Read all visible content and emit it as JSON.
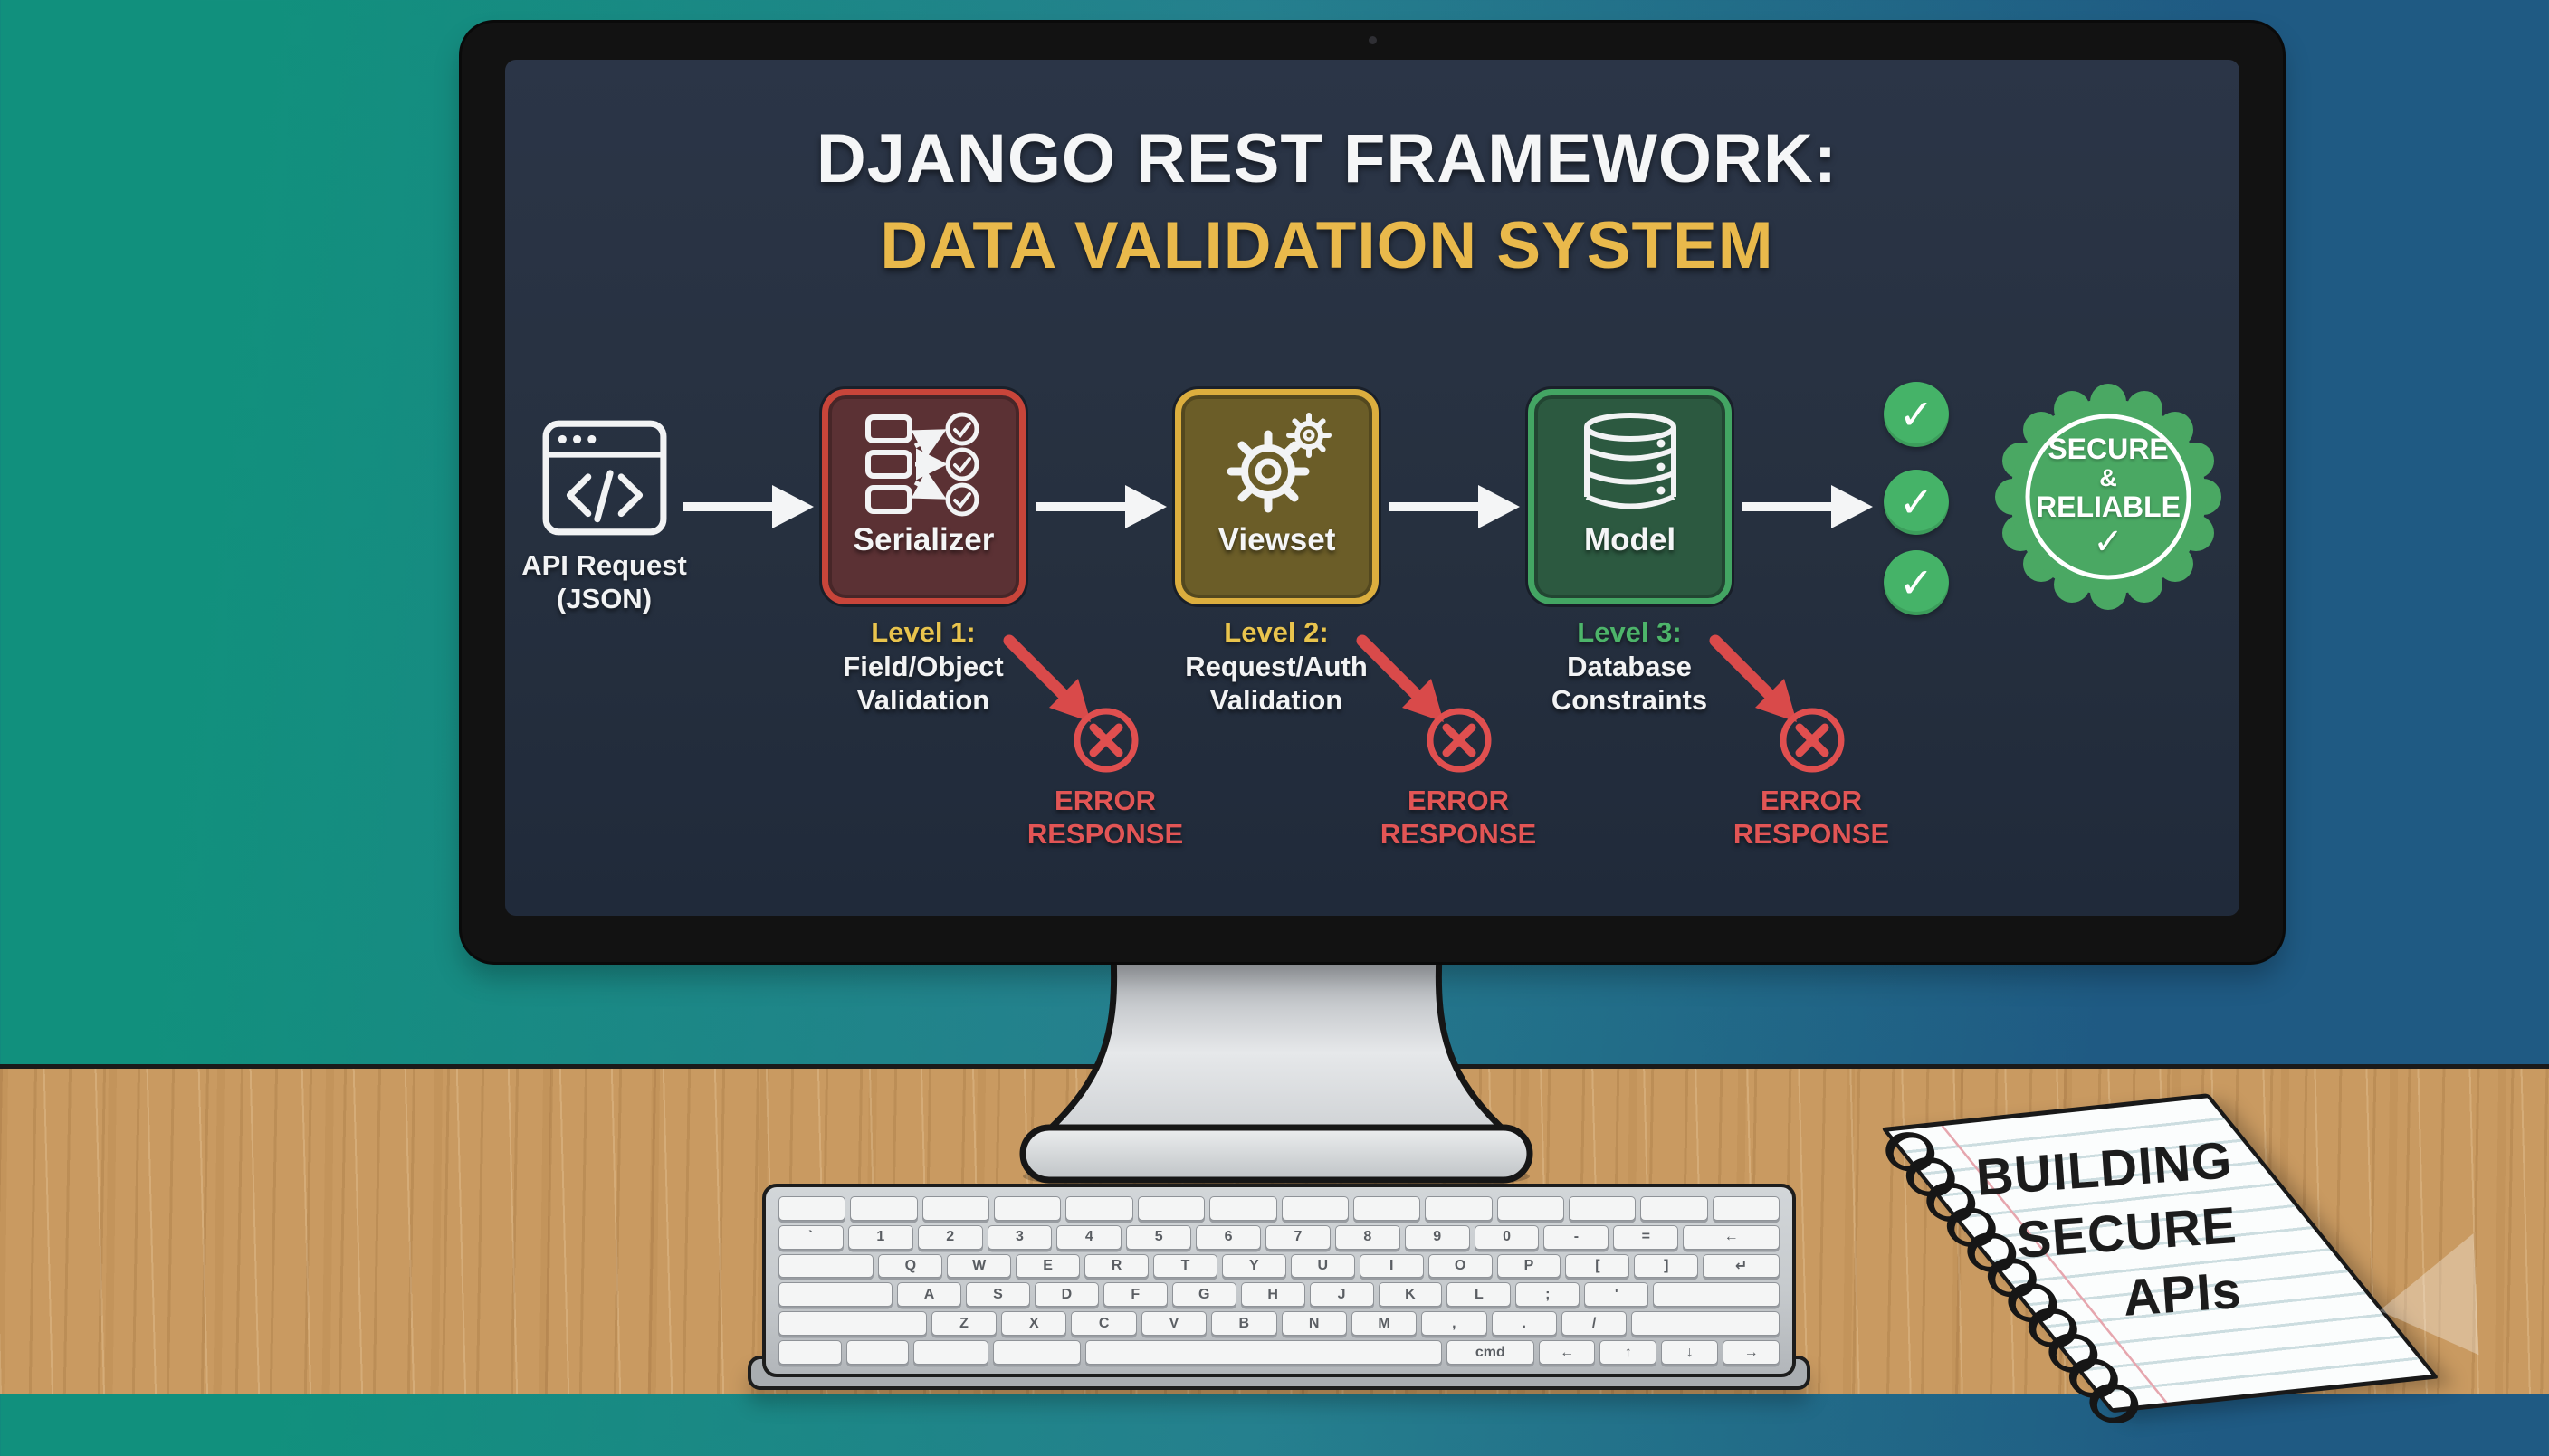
{
  "colors": {
    "wall-left": "#11907d",
    "wall-mid": "#25808e",
    "wall-right": "#1f5a83",
    "desk": "#c99a61",
    "bezel": "#121212",
    "screen-top": "#2b3547",
    "screen-bottom": "#202a3a",
    "title-white": "#f5f6f7",
    "title-gold": "#e9b94b",
    "level-yellow": "#e9c44d",
    "level-green": "#4db56a",
    "error-red": "#e25555",
    "arrow-red": "#d94a4a",
    "serializer-border": "#c8453a",
    "serializer-fill": "#5b3134",
    "viewset-border": "#dcae3e",
    "viewset-fill": "#6b5d28",
    "model-border": "#43a563",
    "model-fill": "#2c5940",
    "check-green": "#45b368",
    "badge-green": "#4aa863",
    "keyboard-body": "#c6cacd",
    "key-white": "#f4f5f5",
    "paper-white": "#fbfdfd"
  },
  "screen": {
    "title_line1": "DJANGO REST FRAMEWORK:",
    "title_line2": "DATA VALIDATION SYSTEM"
  },
  "flow": {
    "api_label_line1": "API Request",
    "api_label_line2": "(JSON)",
    "serializer_label": "Serializer",
    "viewset_label": "Viewset",
    "model_label": "Model"
  },
  "levels": [
    {
      "title": "Level 1:",
      "line1": "Field/Object",
      "line2": "Validation"
    },
    {
      "title": "Level 2:",
      "line1": "Request/Auth",
      "line2": "Validation"
    },
    {
      "title": "Level 3:",
      "line1": "Database",
      "line2": "Constraints"
    }
  ],
  "error": {
    "line1": "ERROR",
    "line2": "RESPONSE"
  },
  "badge": {
    "line1": "SECURE",
    "line2": "&",
    "line3": "RELIABLE",
    "check": "✓"
  },
  "icons": {
    "check": "✓"
  },
  "notebook": {
    "line1": "BUILDING",
    "line2": "SECURE",
    "line3": "APIs"
  },
  "keyboard": {
    "rows": [
      [
        {
          "l": "",
          "w": 1
        },
        {
          "l": "",
          "w": 1
        },
        {
          "l": "",
          "w": 1
        },
        {
          "l": "",
          "w": 1
        },
        {
          "l": "",
          "w": 1
        },
        {
          "l": "",
          "w": 1
        },
        {
          "l": "",
          "w": 1
        },
        {
          "l": "",
          "w": 1
        },
        {
          "l": "",
          "w": 1
        },
        {
          "l": "",
          "w": 1
        },
        {
          "l": "",
          "w": 1
        },
        {
          "l": "",
          "w": 1
        },
        {
          "l": "",
          "w": 1
        },
        {
          "l": "",
          "w": 1
        }
      ],
      [
        {
          "l": "`",
          "w": 1
        },
        {
          "l": "1",
          "w": 1
        },
        {
          "l": "2",
          "w": 1
        },
        {
          "l": "3",
          "w": 1
        },
        {
          "l": "4",
          "w": 1
        },
        {
          "l": "5",
          "w": 1
        },
        {
          "l": "6",
          "w": 1
        },
        {
          "l": "7",
          "w": 1
        },
        {
          "l": "8",
          "w": 1
        },
        {
          "l": "9",
          "w": 1
        },
        {
          "l": "0",
          "w": 1
        },
        {
          "l": "-",
          "w": 1
        },
        {
          "l": "=",
          "w": 1
        },
        {
          "l": "←",
          "w": 1.5
        }
      ],
      [
        {
          "l": "",
          "w": 1.5
        },
        {
          "l": "Q",
          "w": 1
        },
        {
          "l": "W",
          "w": 1
        },
        {
          "l": "E",
          "w": 1
        },
        {
          "l": "R",
          "w": 1
        },
        {
          "l": "T",
          "w": 1
        },
        {
          "l": "Y",
          "w": 1
        },
        {
          "l": "U",
          "w": 1
        },
        {
          "l": "I",
          "w": 1
        },
        {
          "l": "O",
          "w": 1
        },
        {
          "l": "P",
          "w": 1
        },
        {
          "l": "[",
          "w": 1
        },
        {
          "l": "]",
          "w": 1
        },
        {
          "l": "↵",
          "w": 1.2
        }
      ],
      [
        {
          "l": "",
          "w": 1.8
        },
        {
          "l": "A",
          "w": 1
        },
        {
          "l": "S",
          "w": 1
        },
        {
          "l": "D",
          "w": 1
        },
        {
          "l": "F",
          "w": 1
        },
        {
          "l": "G",
          "w": 1
        },
        {
          "l": "H",
          "w": 1
        },
        {
          "l": "J",
          "w": 1
        },
        {
          "l": "K",
          "w": 1
        },
        {
          "l": "L",
          "w": 1
        },
        {
          "l": ";",
          "w": 1
        },
        {
          "l": "'",
          "w": 1
        },
        {
          "l": "",
          "w": 2
        }
      ],
      [
        {
          "l": "",
          "w": 2.3
        },
        {
          "l": "Z",
          "w": 1
        },
        {
          "l": "X",
          "w": 1
        },
        {
          "l": "C",
          "w": 1
        },
        {
          "l": "V",
          "w": 1
        },
        {
          "l": "B",
          "w": 1
        },
        {
          "l": "N",
          "w": 1
        },
        {
          "l": "M",
          "w": 1
        },
        {
          "l": ",",
          "w": 1
        },
        {
          "l": ".",
          "w": 1
        },
        {
          "l": "/",
          "w": 1
        },
        {
          "l": "",
          "w": 2.3
        }
      ],
      [
        {
          "l": "",
          "w": 1
        },
        {
          "l": "",
          "w": 1
        },
        {
          "l": "",
          "w": 1.2
        },
        {
          "l": "",
          "w": 1.4
        },
        {
          "l": "",
          "w": 5.8
        },
        {
          "l": "cmd",
          "w": 1.4
        },
        {
          "l": "←",
          "w": 0.9
        },
        {
          "l": "↑",
          "w": 0.9
        },
        {
          "l": "↓",
          "w": 0.9
        },
        {
          "l": "→",
          "w": 0.9
        }
      ]
    ]
  }
}
